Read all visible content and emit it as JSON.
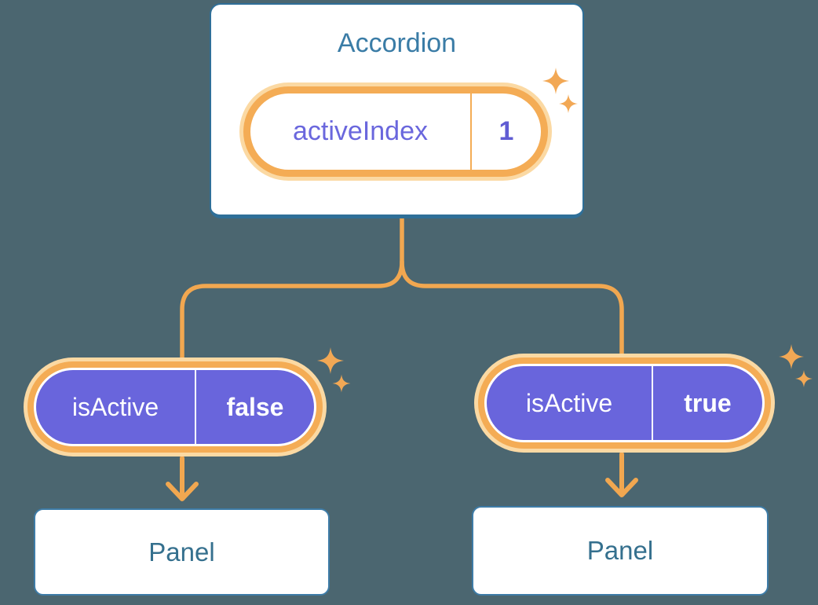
{
  "accordion": {
    "title": "Accordion",
    "prop": {
      "name": "activeIndex",
      "value": "1"
    }
  },
  "branches": [
    {
      "state": {
        "name": "isActive",
        "value": "false"
      },
      "panel_label": "Panel"
    },
    {
      "state": {
        "name": "isActive",
        "value": "true"
      },
      "panel_label": "Panel"
    }
  ],
  "icons": {
    "sparkle": "✦",
    "arrow_down": "↓"
  },
  "colors": {
    "background": "#4B6670",
    "card_fill": "#FFFFFF",
    "card_border_blue": "#2F6F98",
    "panel_border_blue": "#3E7CA7",
    "title_text_blue": "#3A7CA6",
    "panel_text_blue": "#35708E",
    "prop_text_purple": "#6A67DD",
    "pill_purple": "#6965DC",
    "pill_text_white": "#FFFFFF",
    "line_orange": "#F1A750",
    "ring_orange": "#F4AC55",
    "glow_orange": "#FBD9A3",
    "sparkle_orange": "#F2A855"
  }
}
